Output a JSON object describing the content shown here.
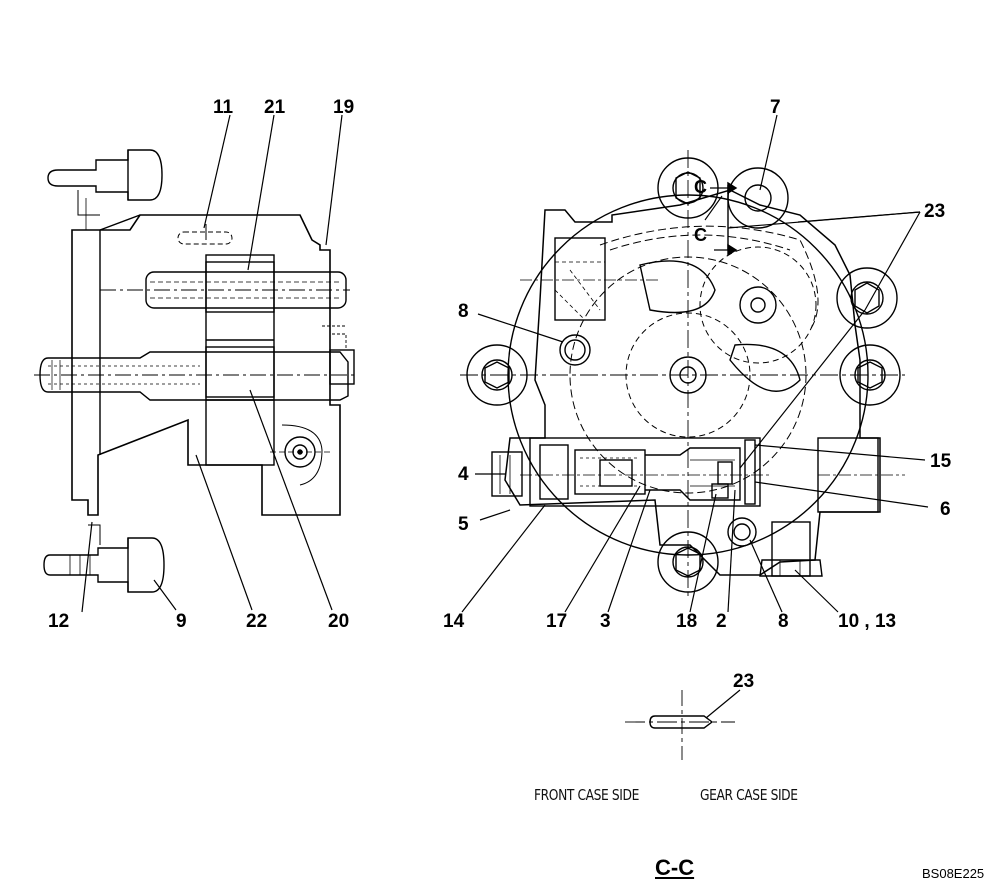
{
  "left_view": {
    "callouts": {
      "c11": "11",
      "c21": "21",
      "c19": "19",
      "c12": "12",
      "c9": "9",
      "c22": "22",
      "c20": "20"
    }
  },
  "right_view": {
    "callouts": {
      "c7": "7",
      "c23": "23",
      "c8a": "8",
      "c4": "4",
      "c5": "5",
      "c15": "15",
      "c6": "6",
      "c14": "14",
      "c17": "17",
      "c3": "3",
      "c18": "18",
      "c2": "2",
      "c8b": "8",
      "c10_13": "10 , 13"
    },
    "section_markers": {
      "upper": "C",
      "lower": "C"
    }
  },
  "pin_detail": {
    "callout": "23",
    "front_case_side": "FRONT CASE SIDE",
    "gear_case_side": "GEAR CASE SIDE"
  },
  "section_title": "C-C",
  "drawing_code": "BS08E225"
}
